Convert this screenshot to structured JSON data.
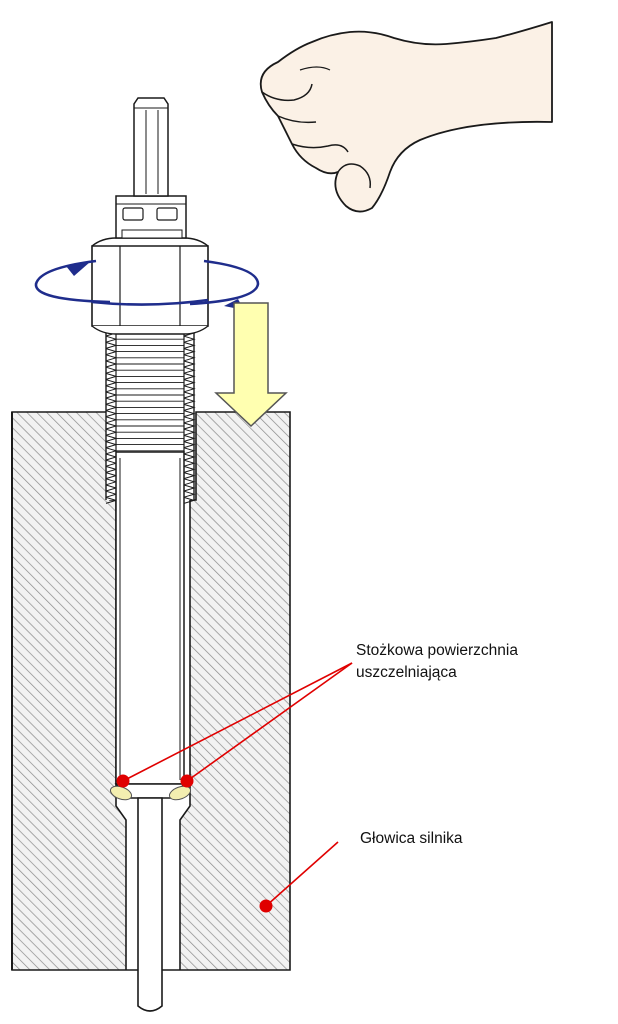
{
  "labels": {
    "sealing_surface_line1": "Stożkowa powierzchnia",
    "sealing_surface_line2": "uszczelniająca",
    "engine_head": "Głowica silnika"
  },
  "colors": {
    "outline": "#1a1a1a",
    "hatch": "#8a8a8a",
    "hatch_bg": "#f2f2f2",
    "arrow_fill": "#ffffb0",
    "arrow_stroke": "#555555",
    "rotation": "#1f2d8c",
    "marker": "#e00000",
    "seal_fill": "#f3eeb0",
    "skin": "#fbf1e6"
  },
  "icons": {
    "rotation": "rotation-arrow-icon",
    "push": "down-arrow-icon",
    "hand": "hand-icon",
    "marker": "red-dot-icon"
  }
}
